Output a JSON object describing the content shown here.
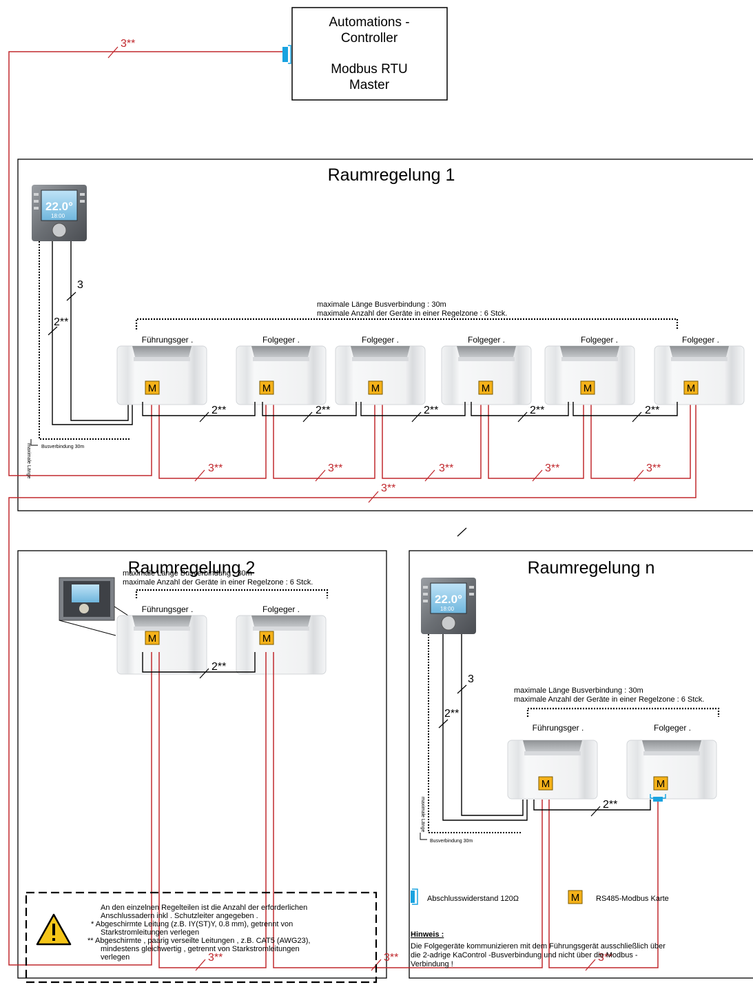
{
  "controller": {
    "line1": "Automations -",
    "line2": "Controller",
    "line3": "Modbus RTU",
    "line4": "Master"
  },
  "zones": {
    "z1": {
      "title": "Raumregelung 1",
      "bus_note_1": "maximale Länge Busverbindung   : 30m",
      "bus_note_2": "maximale Anzahl der Geräte in einer Regelzone    : 6 Stck.",
      "units": [
        "Führungsger .",
        "Folgeger .",
        "Folgeger .",
        "Folgeger .",
        "Folgeger .",
        "Folgeger ."
      ],
      "side_label": "maximale Länge",
      "side_label_2": "Busverbindung 30m"
    },
    "z2": {
      "title": "Raumregelung 2",
      "bus_note_1": "maximale Länge Busverbindung   : 30m",
      "bus_note_2": "maximale Anzahl der Geräte in einer Regelzone    : 6 Stck.",
      "units": [
        "Führungsger .",
        "Folgeger ."
      ]
    },
    "zn": {
      "title": "Raumregelung n",
      "bus_note_1": "maximale Länge Busverbindung   : 30m",
      "bus_note_2": "maximale Anzahl der Geräte in einer Regelzone    : 6 Stck.",
      "units": [
        "Führungsger .",
        "Folgeger ."
      ],
      "side_label": "maximale Länge",
      "side_label_2": "Busverbindung 30m"
    }
  },
  "module_letter": "M",
  "display_value": "22.0°",
  "display_sub": "18:00",
  "wire_labels": {
    "modbus": "3**",
    "bus": "2**",
    "three": "3"
  },
  "legend": {
    "terminator": "Abschlusswiderstand  120Ω",
    "module": "RS485-Modbus Karte",
    "hint_title": "Hinweis :",
    "hint_1": "Die Folgegeräte kommunizieren mit dem Führungsgerät ausschließlich über",
    "hint_2": "die 2-adrige KaControl -Busverbindung und nicht über die Modbus     -",
    "hint_3": "Verbindung !"
  },
  "warning": {
    "l1": "An den einzelnen Regelteilen ist die Anzahl der erforderlichen",
    "l2": "Anschlussadern inkl . Schutzleiter angegeben  .",
    "l3": "*  Abgeschirmte Leitung  (z.B. IY(ST)Y, 0.8 mm), getrennt von",
    "l4": "Starkstromleitungen verlegen",
    "l5": "** Abgeschirmte , paarig verseilte Leitungen  , z.B. CAT5 (AWG23),",
    "l6": "mindestens gleichwertig  , getrennt von Starkstromleitungen",
    "l7": "verlegen"
  },
  "colors": {
    "modbus_wire": "#c0282d",
    "module_fill": "#f5b21a",
    "terminator": "#1aa3e0",
    "warning_fill": "#f5c518"
  }
}
